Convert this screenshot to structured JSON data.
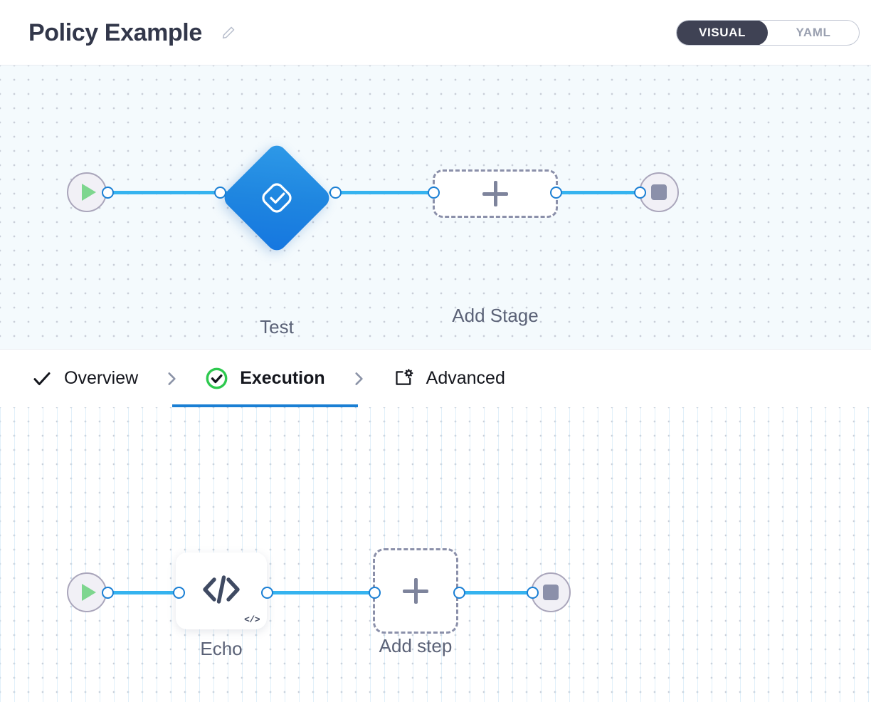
{
  "header": {
    "title": "Policy Example",
    "edit_icon": "pencil-icon",
    "mode_toggle": {
      "options": [
        "VISUAL",
        "YAML"
      ],
      "selected": "VISUAL",
      "active_bg": "#3f4254",
      "inactive_color": "#9aa0b0"
    }
  },
  "stage_canvas": {
    "name": "stage-graph",
    "background": "#f4fafd",
    "grid": "dots",
    "nodes": [
      {
        "id": "start",
        "type": "start",
        "icon": "play-icon",
        "label": ""
      },
      {
        "id": "test",
        "type": "stage",
        "icon": "check-badge-icon",
        "label": "Test",
        "color": "#1f86e0"
      },
      {
        "id": "add-stage",
        "type": "add",
        "icon": "plus-icon",
        "label": "Add Stage"
      },
      {
        "id": "end",
        "type": "end",
        "icon": "stop-icon",
        "label": ""
      }
    ],
    "edge_color": "#35b3ef"
  },
  "tabs": {
    "items": [
      {
        "id": "overview",
        "label": "Overview",
        "icon": "check-icon",
        "active": false
      },
      {
        "id": "execution",
        "label": "Execution",
        "icon": "check-circle-icon",
        "active": true
      },
      {
        "id": "advanced",
        "label": "Advanced",
        "icon": "settings-box-icon",
        "active": false
      }
    ],
    "separator_icon": "chevron-right-icon",
    "active_underline_color": "#1a7fd4",
    "active_status_color": "#2ec94f"
  },
  "step_canvas": {
    "name": "execution-graph",
    "background": "#ffffff",
    "grid": "dots-and-lines",
    "nodes": [
      {
        "id": "start",
        "type": "start",
        "icon": "play-icon",
        "label": ""
      },
      {
        "id": "echo",
        "type": "step",
        "icon": "code-icon",
        "badge": "</>",
        "label": "Echo"
      },
      {
        "id": "add-step",
        "type": "add",
        "icon": "plus-icon",
        "label": "Add step"
      },
      {
        "id": "end",
        "type": "end",
        "icon": "stop-icon",
        "label": ""
      }
    ],
    "edge_color": "#35b3ef"
  }
}
